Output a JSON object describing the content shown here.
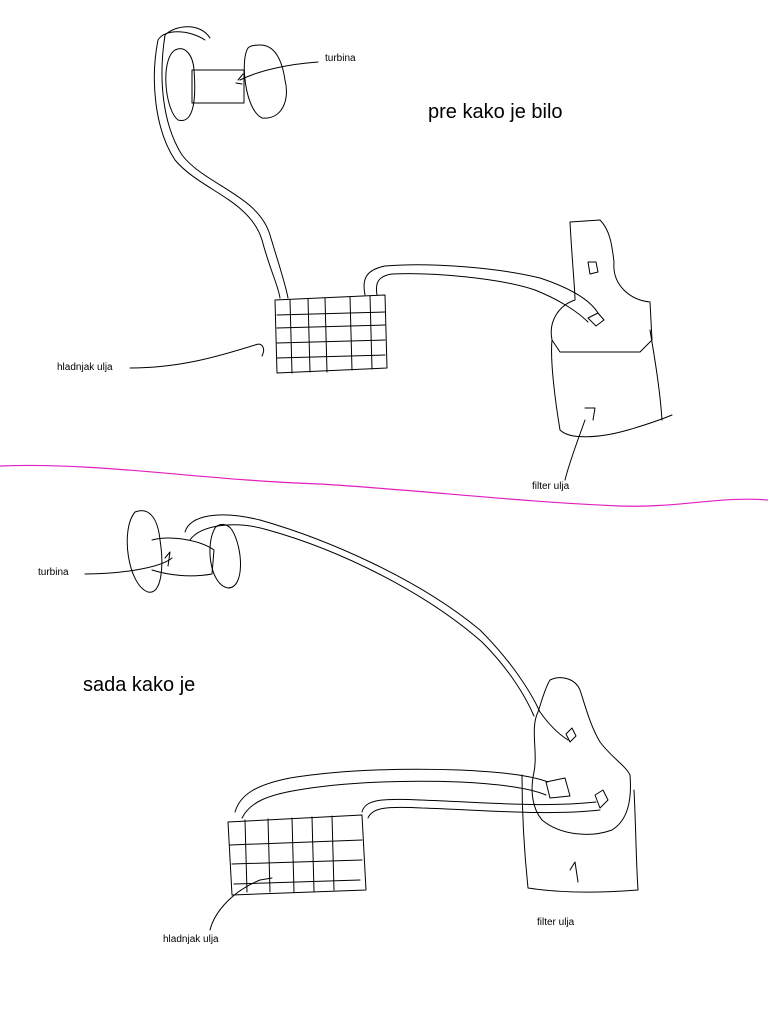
{
  "top": {
    "title": "pre kako je bilo",
    "labels": {
      "turbine": "turbina",
      "oil_cooler": "hladnjak ulja",
      "oil_filter": "filter ulja"
    }
  },
  "bottom": {
    "title": "sada kako je",
    "labels": {
      "turbine": "turbina",
      "oil_cooler": "hladnjak ulja",
      "oil_filter": "filter ulja"
    }
  },
  "colors": {
    "ink": "#000000",
    "divider": "#e020c0"
  }
}
